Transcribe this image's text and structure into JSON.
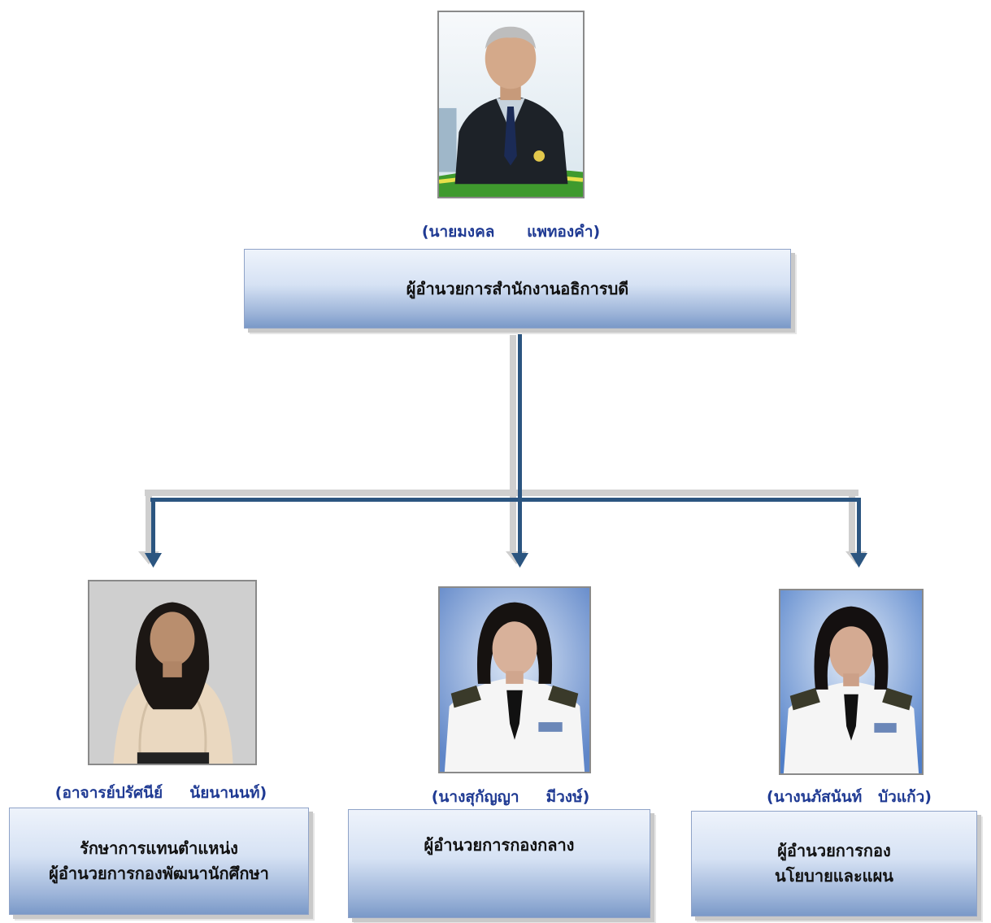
{
  "director": {
    "name": "(นายมงคล      แพทองคำ)",
    "position_lines": [
      "ผู้อำนวยการสำนักงานอธิการบดี"
    ]
  },
  "members": [
    {
      "name": "(อาจารย์ปรัศนีย์     นัยนานนท์)",
      "position_lines": [
        "รักษาการแทนตำแหน่ง",
        "ผู้อำนวยการกองพัฒนานักศึกษา"
      ]
    },
    {
      "name": "(นางสุกัญญา     มีวงษ์)",
      "position_lines": [
        "ผู้อำนวยการกองกลาง"
      ]
    },
    {
      "name": "(นางนภัสนันท์   บัวแก้ว)",
      "position_lines": [
        "ผู้อำนวยการกอง",
        "นโยบายและแผน"
      ]
    }
  ],
  "colors": {
    "name_text": "#1f3a93",
    "connector": "#2b5580",
    "connector_shadow": "#cfcfcf",
    "box_top": "#eef3fb",
    "box_bottom": "#7a99c8"
  }
}
